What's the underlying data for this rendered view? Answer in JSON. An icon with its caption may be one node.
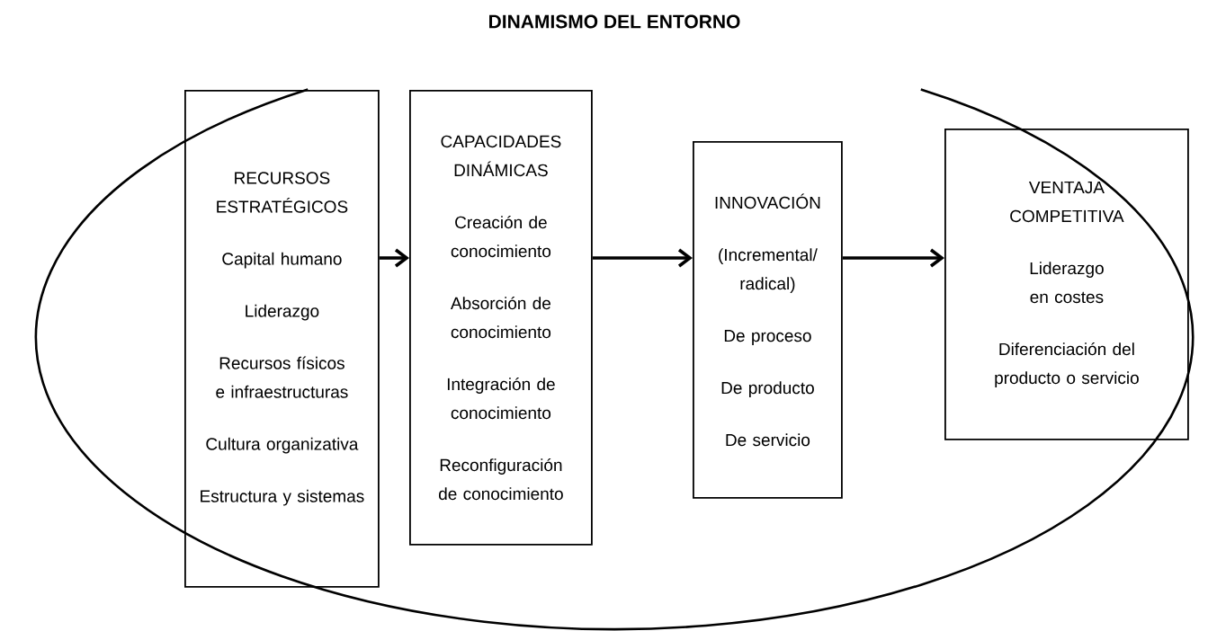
{
  "diagram": {
    "title": "DINAMISMO DEL ENTORNO",
    "nodes": [
      {
        "text": [
          "RECURSOS ESTRATÉGICOS",
          "Capital humano",
          "Liderazgo",
          "Recursos físicos e infraestructuras",
          "Cultura organizativa",
          "Estructura y sistemas"
        ]
      },
      {
        "text": [
          "CAPACIDADES DINÁMICAS",
          "Creación de conocimiento",
          "Absorción de conocimiento",
          "Integración de conocimiento",
          "Reconfiguración de conocimiento"
        ]
      },
      {
        "text": [
          "INNOVACIÓN",
          "(Incremental/ radical)",
          "De proceso",
          "De producto",
          "De servicio"
        ]
      },
      {
        "text": [
          "VENTAJA COMPETITIVA",
          "Liderazgo en costes",
          "Diferenciación del producto o servicio"
        ]
      }
    ],
    "edges": [
      {
        "from": 0,
        "to": 1,
        "arrow": "to"
      },
      {
        "from": 1,
        "to": 2,
        "arrow": "to"
      },
      {
        "from": 2,
        "to": 3,
        "arrow": "to"
      }
    ]
  }
}
